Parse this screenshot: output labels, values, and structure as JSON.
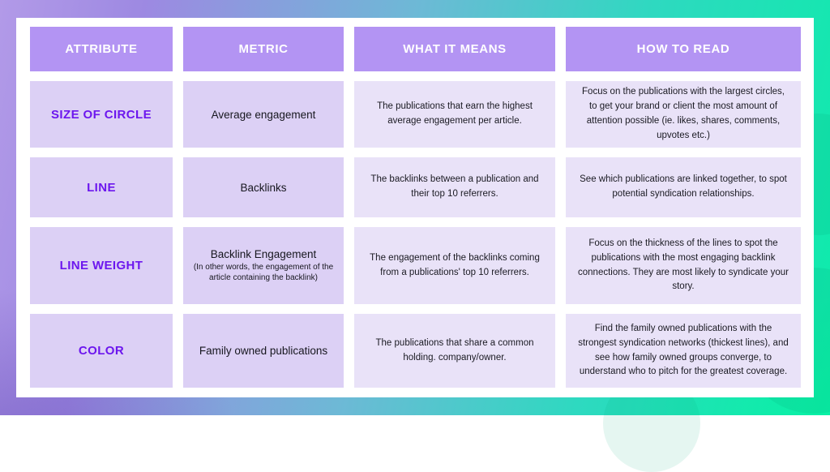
{
  "table": {
    "headers": [
      {
        "label": "ATTRIBUTE"
      },
      {
        "label": "METRIC"
      },
      {
        "label": "WHAT IT MEANS"
      },
      {
        "label": "HOW TO READ"
      }
    ],
    "rows": [
      {
        "attribute": "SIZE OF CIRCLE",
        "metric": "Average engagement",
        "meaning": "The publications that earn the highest average engagement per article.",
        "how_to_read": "Focus on the publications with the largest circles, to get your brand or client the most amount of attention possible (ie. likes, shares, comments, upvotes etc.)"
      },
      {
        "attribute": "LINE",
        "metric": "Backlinks",
        "meaning": "The backlinks between a publication and their top 10 referrers.",
        "how_to_read": "See which publications are linked together, to spot potential syndication relationships."
      },
      {
        "attribute": "LINE WEIGHT",
        "metric": "Backlink Engagement",
        "metric_note": "(In other words, the engagement of the article containing the backlink)",
        "meaning": "The engagement of the backlinks coming from a publications' top 10 referrers.",
        "how_to_read": "Focus on the thickness of the lines to spot the publications with the most engaging backlink connections. They are most likely to syndicate your story."
      },
      {
        "attribute": "COLOR",
        "metric": "Family owned publications",
        "meaning": "The publications that share a common holding. company/owner.",
        "how_to_read": "Find the family owned publications with the strongest syndication networks (thickest lines), and see how family owned groups converge, to understand who to pitch for the greatest coverage."
      }
    ]
  },
  "colors": {
    "header_bg": "#b394f3",
    "attribute_cell_bg": "#dcd0f5",
    "description_cell_bg": "#e9e2f8",
    "attribute_text": "#6c16ee",
    "gradient_left": "#b29ae8",
    "gradient_right": "#0cecaa",
    "card_bg": "#ffffff"
  }
}
